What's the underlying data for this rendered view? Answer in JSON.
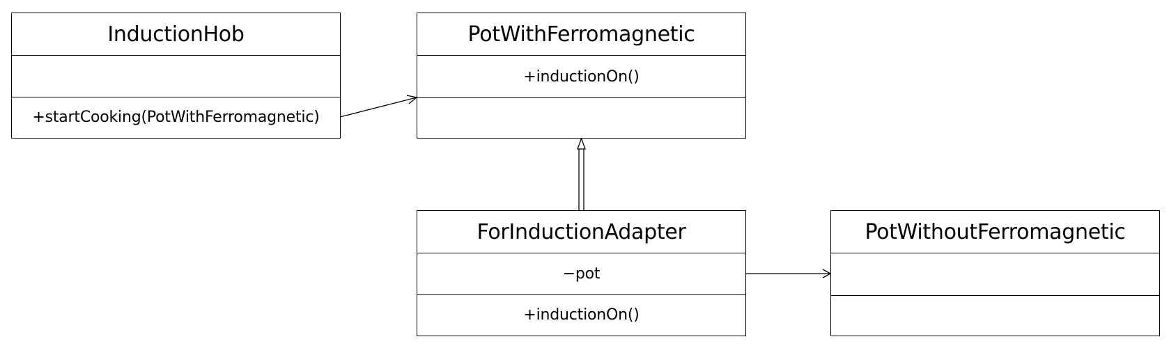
{
  "diagram": {
    "classes": {
      "induction_hob": {
        "name": "InductionHob",
        "attributes": "",
        "operations": "+startCooking(PotWithFerromagnetic)"
      },
      "pot_with_ferromagnetic": {
        "name": "PotWithFerromagnetic",
        "attributes": "+inductionOn()",
        "operations": ""
      },
      "for_induction_adapter": {
        "name": "ForInductionAdapter",
        "attributes": "−pot",
        "operations": "+inductionOn()"
      },
      "pot_without_ferromagnetic": {
        "name": "PotWithoutFerromagnetic",
        "attributes": "",
        "operations": ""
      }
    },
    "relationships": [
      {
        "from": "InductionHob",
        "to": "PotWithFerromagnetic",
        "kind": "association"
      },
      {
        "from": "ForInductionAdapter",
        "to": "PotWithFerromagnetic",
        "kind": "generalization"
      },
      {
        "from": "ForInductionAdapter",
        "to": "PotWithoutFerromagnetic",
        "kind": "association"
      }
    ]
  }
}
